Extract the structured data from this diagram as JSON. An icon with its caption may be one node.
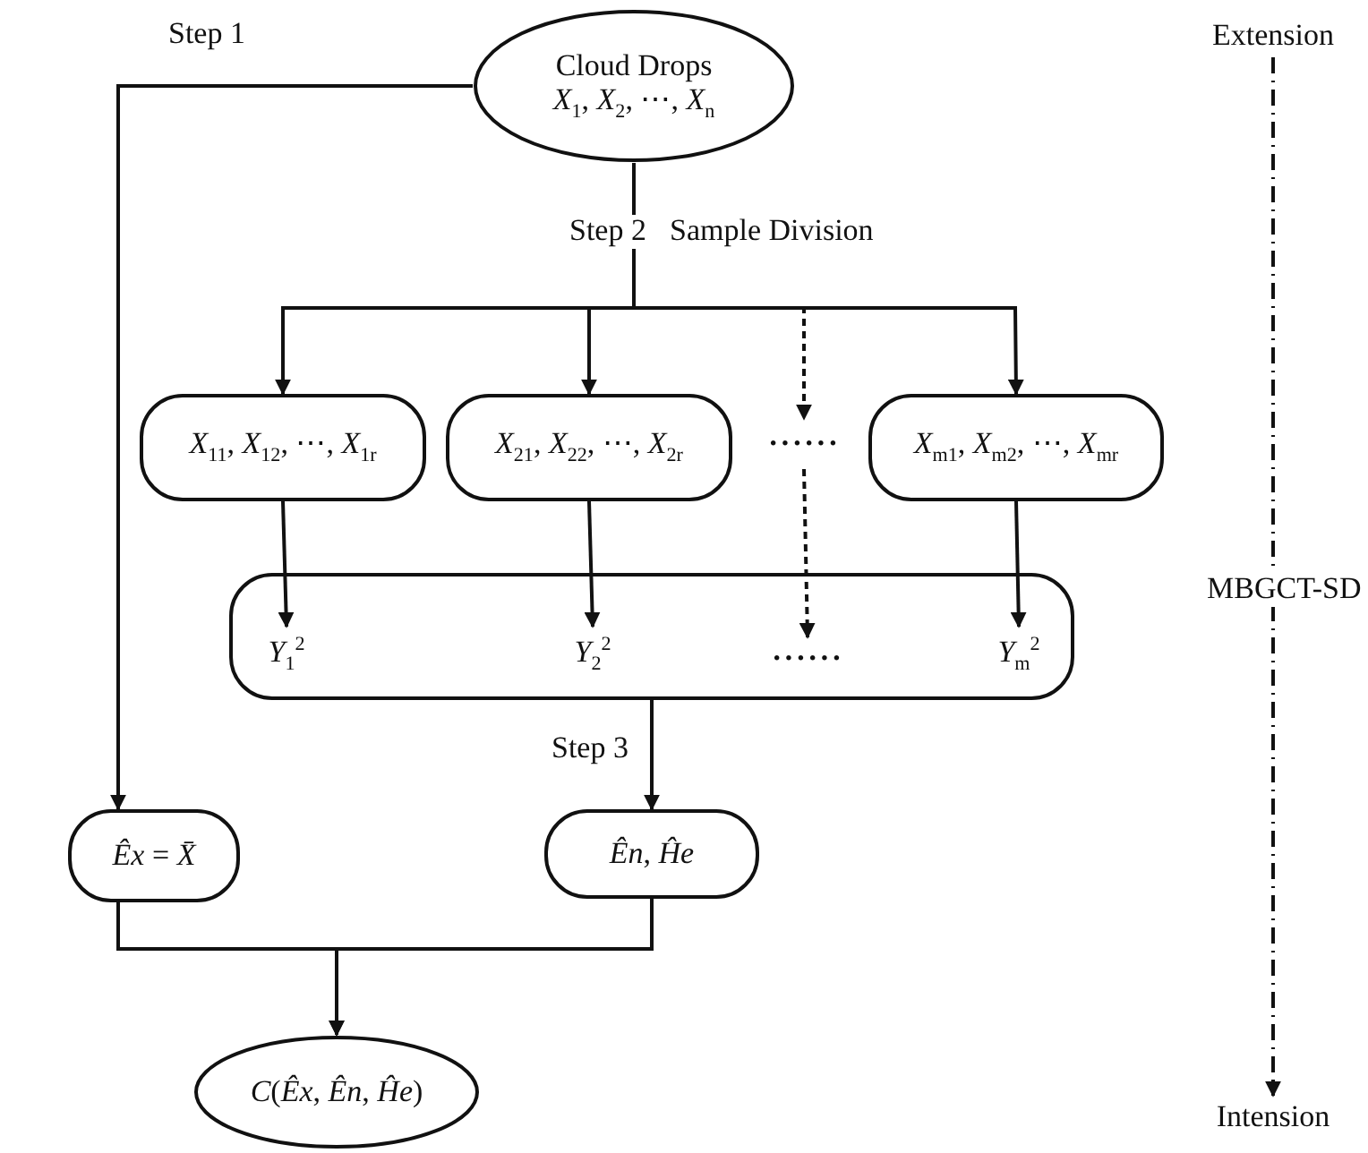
{
  "diagram": {
    "nodes": [
      {
        "text": [
          "Cloud Drops",
          "*X*$_{1}$, *X*$_{2}$, ⋯, *X*$_{n}$"
        ]
      },
      {
        "text": [
          "*X*$_{11}$, *X*$_{12}$, ⋯, *X*$_{1r}$"
        ]
      },
      {
        "text": [
          "*X*$_{21}$, *X*$_{22}$, ⋯, *X*$_{2r}$"
        ]
      },
      {
        "text": [
          "······"
        ]
      },
      {
        "text": [
          "*X*$_{m1}$, *X*$_{m2}$, ⋯, *X*$_{mr}$"
        ]
      },
      {
        "text": [],
        "shape": "box"
      },
      {
        "text": [
          "*Y*$_{1}$$^{2}$"
        ],
        "in": 5
      },
      {
        "text": [
          "*Y*$_{2}$$^{2}$"
        ],
        "in": 5
      },
      {
        "text": [
          "······"
        ],
        "in": 5
      },
      {
        "text": [
          "*Y*$_{m}$$^{2}$"
        ],
        "in": 5
      },
      {
        "text": [
          "*Êx* = *X̄*"
        ]
      },
      {
        "text": [
          "*Ên*,  *Ĥe*"
        ]
      },
      {
        "text": [
          "*C*(*Êx*, *Ên*, *Ĥe*)"
        ]
      },
      {
        "text": [
          "Extension"
        ]
      },
      {
        "text": [
          "Intension"
        ]
      }
    ],
    "edges": [
      {
        "from": 0,
        "to": 10,
        "arrow": "to",
        "label": "Step 1"
      },
      {
        "from": 0,
        "to": 1,
        "arrow": "to"
      },
      {
        "from": 0,
        "to": 2,
        "arrow": "to"
      },
      {
        "from": 0,
        "to": 3,
        "arrow": "to",
        "style": "dashed"
      },
      {
        "from": 0,
        "to": 4,
        "arrow": "to"
      },
      {
        "from": 1,
        "to": 6,
        "arrow": "to"
      },
      {
        "from": 2,
        "to": 7,
        "arrow": "to"
      },
      {
        "from": 3,
        "to": 8,
        "arrow": "to",
        "style": "dashed"
      },
      {
        "from": 4,
        "to": 9,
        "arrow": "to"
      },
      {
        "from": 5,
        "to": 11,
        "arrow": "to",
        "label": "Step 3"
      },
      {
        "from": 10,
        "to": 12,
        "arrow": "to"
      },
      {
        "from": 11,
        "to": 12,
        "arrow": "to"
      },
      {
        "from": 13,
        "to": 14,
        "arrow": "to",
        "label": "MBGCT-SD",
        "style": "dashed"
      }
    ],
    "labels": [
      "Step 2",
      "Sample Division"
    ]
  }
}
